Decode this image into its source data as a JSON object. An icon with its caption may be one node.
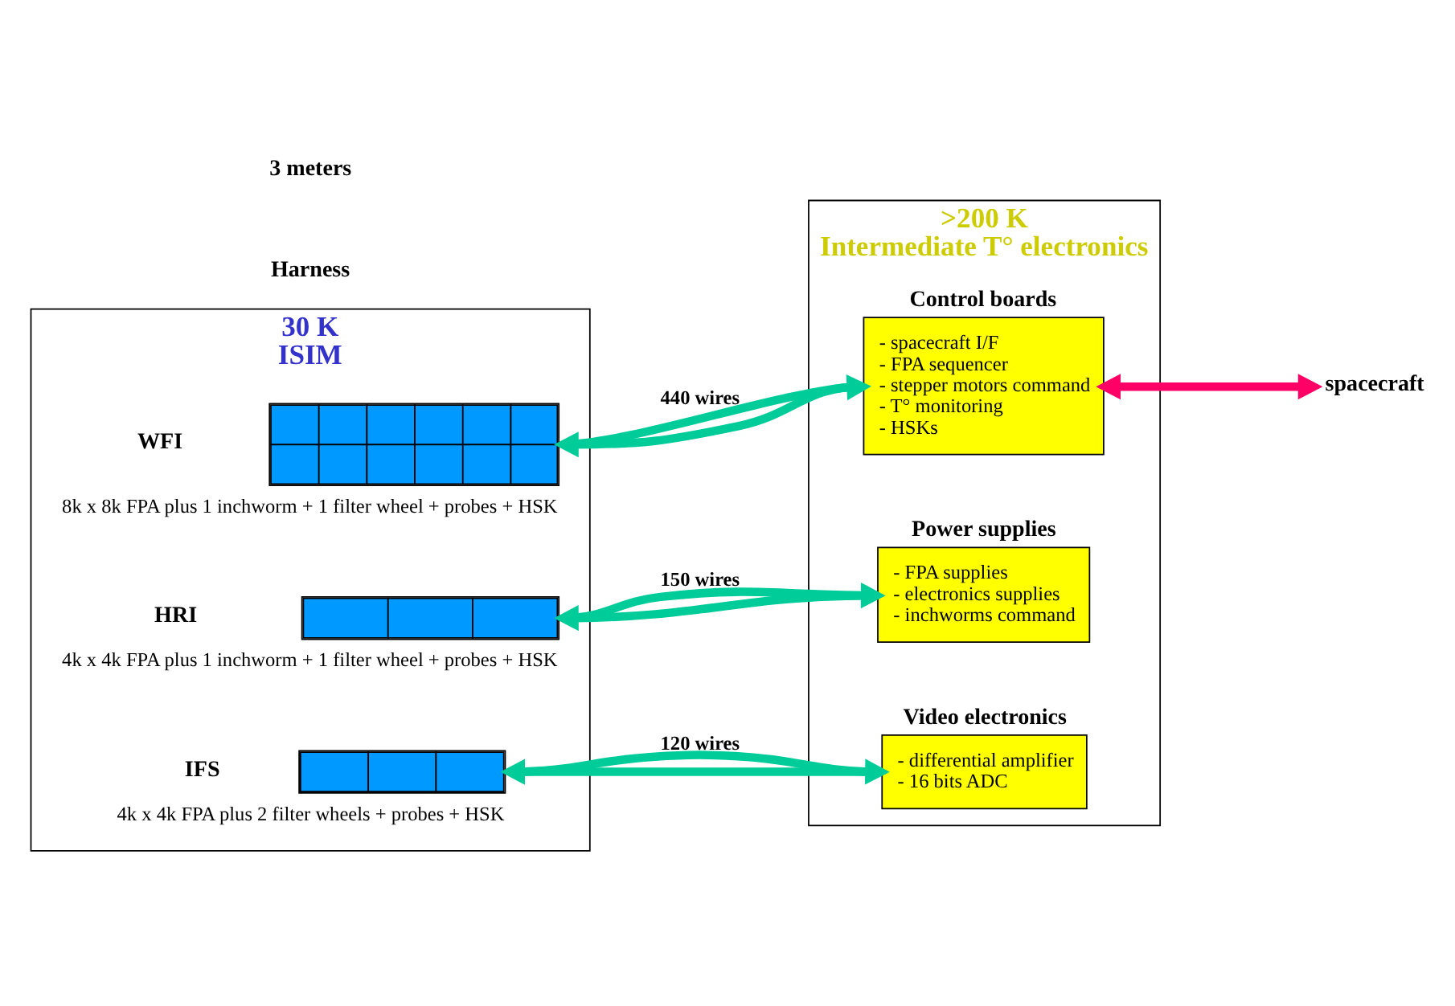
{
  "diagram": {
    "nodes": [
      {
        "text": [
          "30 K",
          "ISIM"
        ]
      },
      {
        "text": [],
        "shape": "box",
        "in": 0,
        "beside": [
          "WFI",
          "8k x 8k FPA plus 1 inchworm + 1 filter wheel + probes + HSK"
        ]
      },
      {
        "text": [],
        "shape": "box",
        "in": 0,
        "beside": [
          "HRI",
          "4k x 4k FPA plus 1 inchworm + 1 filter wheel + probes + HSK"
        ]
      },
      {
        "text": [],
        "shape": "box",
        "in": 0,
        "beside": [
          "IFS",
          "4k x 4k FPA plus 2 filter wheels + probes + HSK"
        ]
      },
      {
        "text": [
          ">200 K",
          "Intermediate T° electronics"
        ]
      },
      {
        "text": [
          "Control boards",
          "- spacecraft I/F",
          "- FPA sequencer",
          "- stepper motors command",
          "- T° monitoring",
          "- HSKs"
        ],
        "in": 4
      },
      {
        "text": [
          "Power supplies",
          "- FPA supplies",
          "- electronics supplies",
          "- inchworms command"
        ],
        "in": 4
      },
      {
        "text": [
          "Video electronics",
          "- differential amplifier",
          "- 16 bits ADC"
        ],
        "in": 4
      },
      {
        "text": [
          "spacecraft"
        ]
      }
    ],
    "edges": [
      {
        "from": 1,
        "to": 5,
        "arrow": "to",
        "label": "440 wires"
      },
      {
        "from": 5,
        "to": 1,
        "arrow": "to"
      },
      {
        "from": 2,
        "to": 6,
        "arrow": "to",
        "label": "150 wires"
      },
      {
        "from": 6,
        "to": 2,
        "arrow": "to"
      },
      {
        "from": 3,
        "to": 7,
        "arrow": "to",
        "label": "120 wires"
      },
      {
        "from": 7,
        "to": 3,
        "arrow": "to"
      },
      {
        "from": 5,
        "to": 8,
        "arrow": "both",
        "color": "#ff0066"
      }
    ],
    "labels": [
      "Harness",
      "3 meters"
    ]
  }
}
